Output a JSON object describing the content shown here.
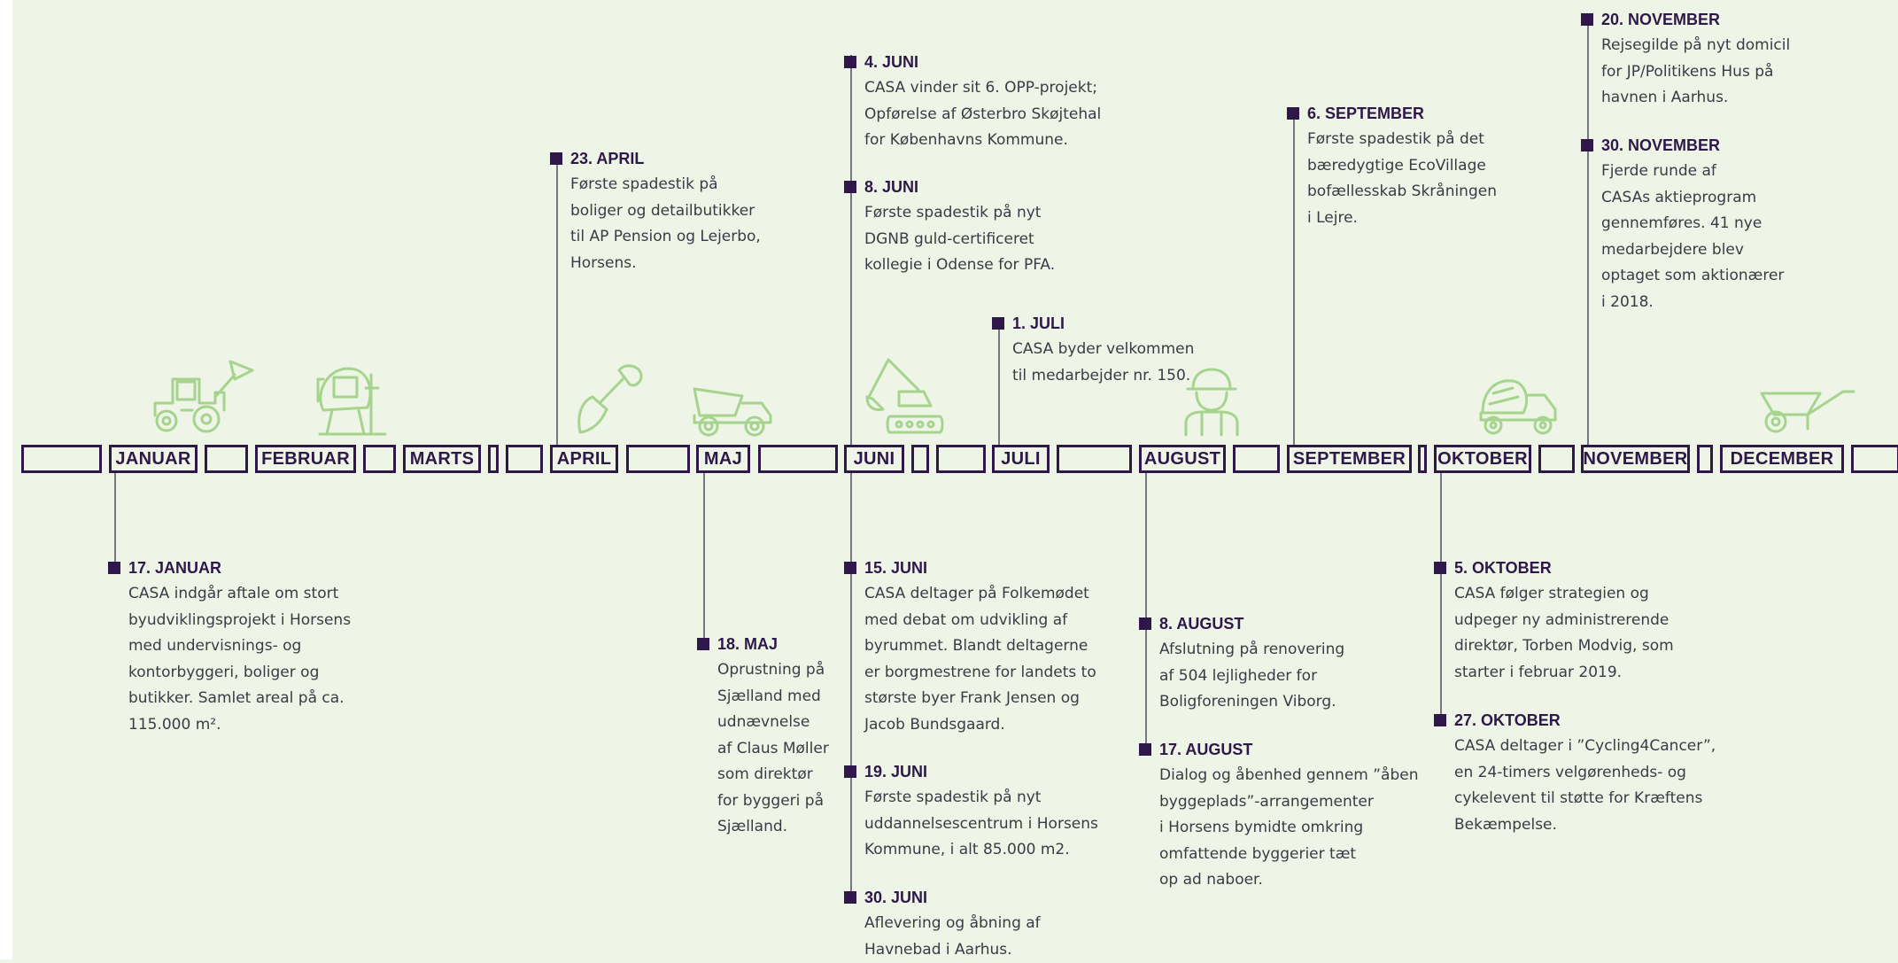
{
  "months": [
    "JANUAR",
    "FEBRUAR",
    "MARTS",
    "APRIL",
    "MAJ",
    "JUNI",
    "JULI",
    "AUGUST",
    "SEPTEMBER",
    "OKTOBER",
    "NOVEMBER",
    "DECEMBER"
  ],
  "events": [
    {
      "date": "4. JUNI",
      "lines": [
        "CASA vinder sit 6. OPP-projekt;",
        "Opførelse af Østerbro Skøjtehal",
        "for Københavns Kommune."
      ]
    },
    {
      "date": "8. JUNI",
      "lines": [
        "Første spadestik på nyt",
        "DGNB guld-certificeret",
        "kollegie i Odense for PFA."
      ]
    },
    {
      "date": "23. APRIL",
      "lines": [
        "Første spadestik på",
        "boliger og detailbutikker",
        "til AP Pension og Lejerbo,",
        "Horsens."
      ]
    },
    {
      "date": "1. JULI",
      "lines": [
        "CASA byder velkommen",
        "til medarbejder nr. 150."
      ]
    },
    {
      "date": "6. SEPTEMBER",
      "lines": [
        "Første spadestik på det",
        "bæredygtige EcoVillage",
        "bofællesskab Skråningen",
        "i Lejre."
      ]
    },
    {
      "date": "20. NOVEMBER",
      "lines": [
        "Rejsegilde på nyt domicil",
        "for JP/Politikens Hus på",
        "havnen i Aarhus."
      ]
    },
    {
      "date": "30. NOVEMBER",
      "lines": [
        "Fjerde runde af",
        "CASAs aktieprogram",
        "gennemføres. 41 nye",
        "medarbejdere blev",
        "optaget som aktionærer",
        "i 2018."
      ]
    },
    {
      "date": "17. JANUAR",
      "lines": [
        "CASA indgår aftale om stort",
        "byudviklingsprojekt i Horsens",
        "med undervisnings- og",
        "kontorbyggeri, boliger og",
        "butikker. Samlet areal på ca.",
        "115.000 m²."
      ]
    },
    {
      "date": "18. MAJ",
      "lines": [
        "Oprustning på",
        "Sjælland med",
        "udnævnelse",
        "af Claus Møller",
        "som direktør",
        "for byggeri på",
        "Sjælland."
      ]
    },
    {
      "date": "15. JUNI",
      "lines": [
        "CASA deltager på Folkemødet",
        "med debat om udvikling af",
        "byrummet. Blandt deltagerne",
        "er borgmestrene for landets to",
        "største byer Frank Jensen og",
        "Jacob Bundsgaard."
      ]
    },
    {
      "date": "19. JUNI",
      "lines": [
        "Første spadestik på nyt",
        "uddannelsescentrum i Horsens",
        "Kommune, i alt 85.000 m2."
      ]
    },
    {
      "date": "30. JUNI",
      "lines": [
        "Aflevering og åbning af",
        "Havnebad i Aarhus."
      ]
    },
    {
      "date": "8. AUGUST",
      "lines": [
        "Afslutning på renovering",
        "af 504 lejligheder for",
        "Boligforeningen Viborg."
      ]
    },
    {
      "date": "17. AUGUST",
      "lines": [
        "Dialog og åbenhed gennem ”åben",
        "byggeplads”-arrangementer",
        "i Horsens bymidte omkring",
        "omfattende byggerier tæt",
        "op ad naboer."
      ]
    },
    {
      "date": "5. OKTOBER",
      "lines": [
        "CASA følger strategien og",
        "udpeger ny administrerende",
        "direktør, Torben Modvig, som",
        "starter i februar 2019."
      ]
    },
    {
      "date": "27. OKTOBER",
      "lines": [
        "CASA deltager i ”Cycling4Cancer”,",
        "en 24-timers velgørenheds- og",
        "cykelevent til støtte for Kræftens",
        "Bekæmpelse."
      ]
    }
  ],
  "icons": [
    "tractor-icon",
    "cement-mixer-icon",
    "shovel-icon",
    "dump-truck-icon",
    "excavator-icon",
    "worker-icon",
    "mixer-truck-icon",
    "wheelbarrow-icon"
  ],
  "colors": {
    "background": "#eef5e7",
    "accent": "#2d1849",
    "icon": "#a6d48e",
    "line": "#7a7486"
  }
}
